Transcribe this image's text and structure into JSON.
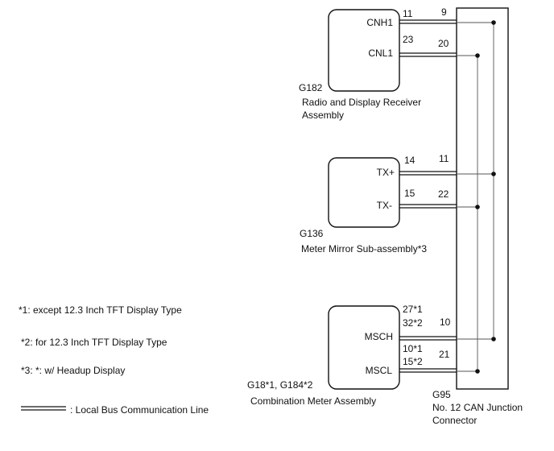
{
  "modules": {
    "radio": {
      "pins": {
        "cnh1": "CNH1",
        "cnl1": "CNL1"
      },
      "code": "G182",
      "name_line1": "Radio and Display Receiver",
      "name_line2": "Assembly",
      "wires": {
        "high": {
          "left_pin": "11",
          "right_pin": "9"
        },
        "low": {
          "left_pin": "23",
          "right_pin": "20"
        }
      }
    },
    "meter_mirror": {
      "pins": {
        "txp": "TX+",
        "txm": "TX-"
      },
      "code": "G136",
      "name": "Meter Mirror Sub-assembly*3",
      "wires": {
        "high": {
          "left_pin": "14",
          "right_pin": "11"
        },
        "low": {
          "left_pin": "15",
          "right_pin": "22"
        }
      }
    },
    "combination_meter": {
      "pins": {
        "msch": "MSCH",
        "mscl": "MSCL"
      },
      "code": "G18*1, G184*2",
      "name": "Combination Meter Assembly",
      "wires": {
        "high": {
          "left_pin_a": "27*1",
          "left_pin_b": "32*2",
          "right_pin": "10"
        },
        "low": {
          "left_pin_a": "10*1",
          "left_pin_b": "15*2",
          "right_pin": "21"
        }
      }
    }
  },
  "junction": {
    "code": "G95",
    "name_line1": "No. 12 CAN Junction",
    "name_line2": "Connector"
  },
  "notes": [
    "*1: except 12.3 Inch TFT Display Type",
    "*2: for 12.3 Inch TFT Display Type",
    "*3: *: w/ Headup Display"
  ],
  "legend": {
    "label": ": Local Bus Communication Line"
  }
}
